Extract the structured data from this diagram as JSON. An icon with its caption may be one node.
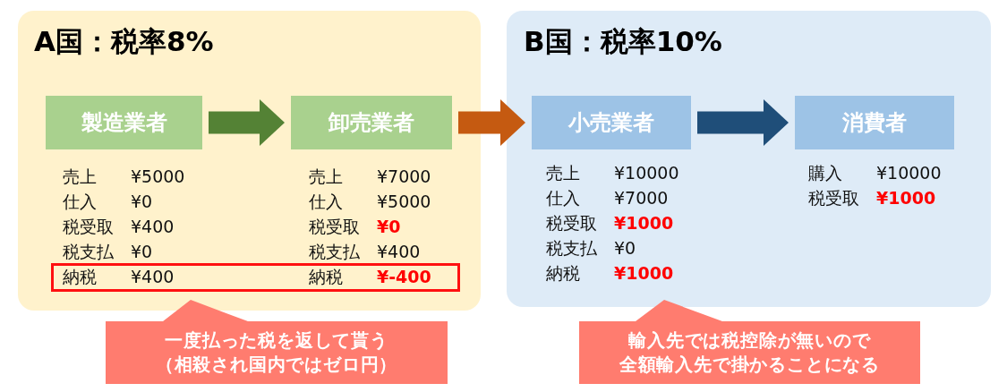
{
  "diagram": {
    "nodes": [
      {
        "text": [
          "A国：税率8%"
        ]
      },
      {
        "text": [
          "製造業者"
        ],
        "in": 0,
        "beside": [
          "売上 ¥5000",
          "仕入 ¥0",
          "税受取 ¥400",
          "税支払 ¥0",
          "納税 ¥400"
        ]
      },
      {
        "text": [
          "卸売業者"
        ],
        "in": 0,
        "beside": [
          "売上 ¥7000",
          "仕入 ¥5000",
          "税受取 **¥0**",
          "税支払 ¥400",
          "納税 **¥-400**"
        ]
      },
      {
        "text": [
          "B国：税率10%"
        ]
      },
      {
        "text": [
          "小売業者"
        ],
        "in": 3,
        "beside": [
          "売上 ¥10000",
          "仕入 ¥7000",
          "税受取 **¥1000**",
          "税支払 ¥0",
          "納税 **¥1000**"
        ]
      },
      {
        "text": [
          "消費者"
        ],
        "in": 3,
        "beside": [
          "購入 ¥10000",
          "税受取 **¥1000**"
        ]
      },
      {
        "text": [
          "一度払った税を返して貰う（相殺され国内ではゼロ円）"
        ]
      },
      {
        "text": [
          "輸入先では税控除が無いので全額輸入先で掛かることになる"
        ]
      }
    ],
    "edges": [
      {
        "from": 1,
        "to": 2,
        "arrow": "to",
        "color": "#548235"
      },
      {
        "from": 2,
        "to": 4,
        "arrow": "to",
        "color": "#c55a11"
      },
      {
        "from": 4,
        "to": 5,
        "arrow": "to",
        "color": "#1f4e79"
      }
    ]
  }
}
